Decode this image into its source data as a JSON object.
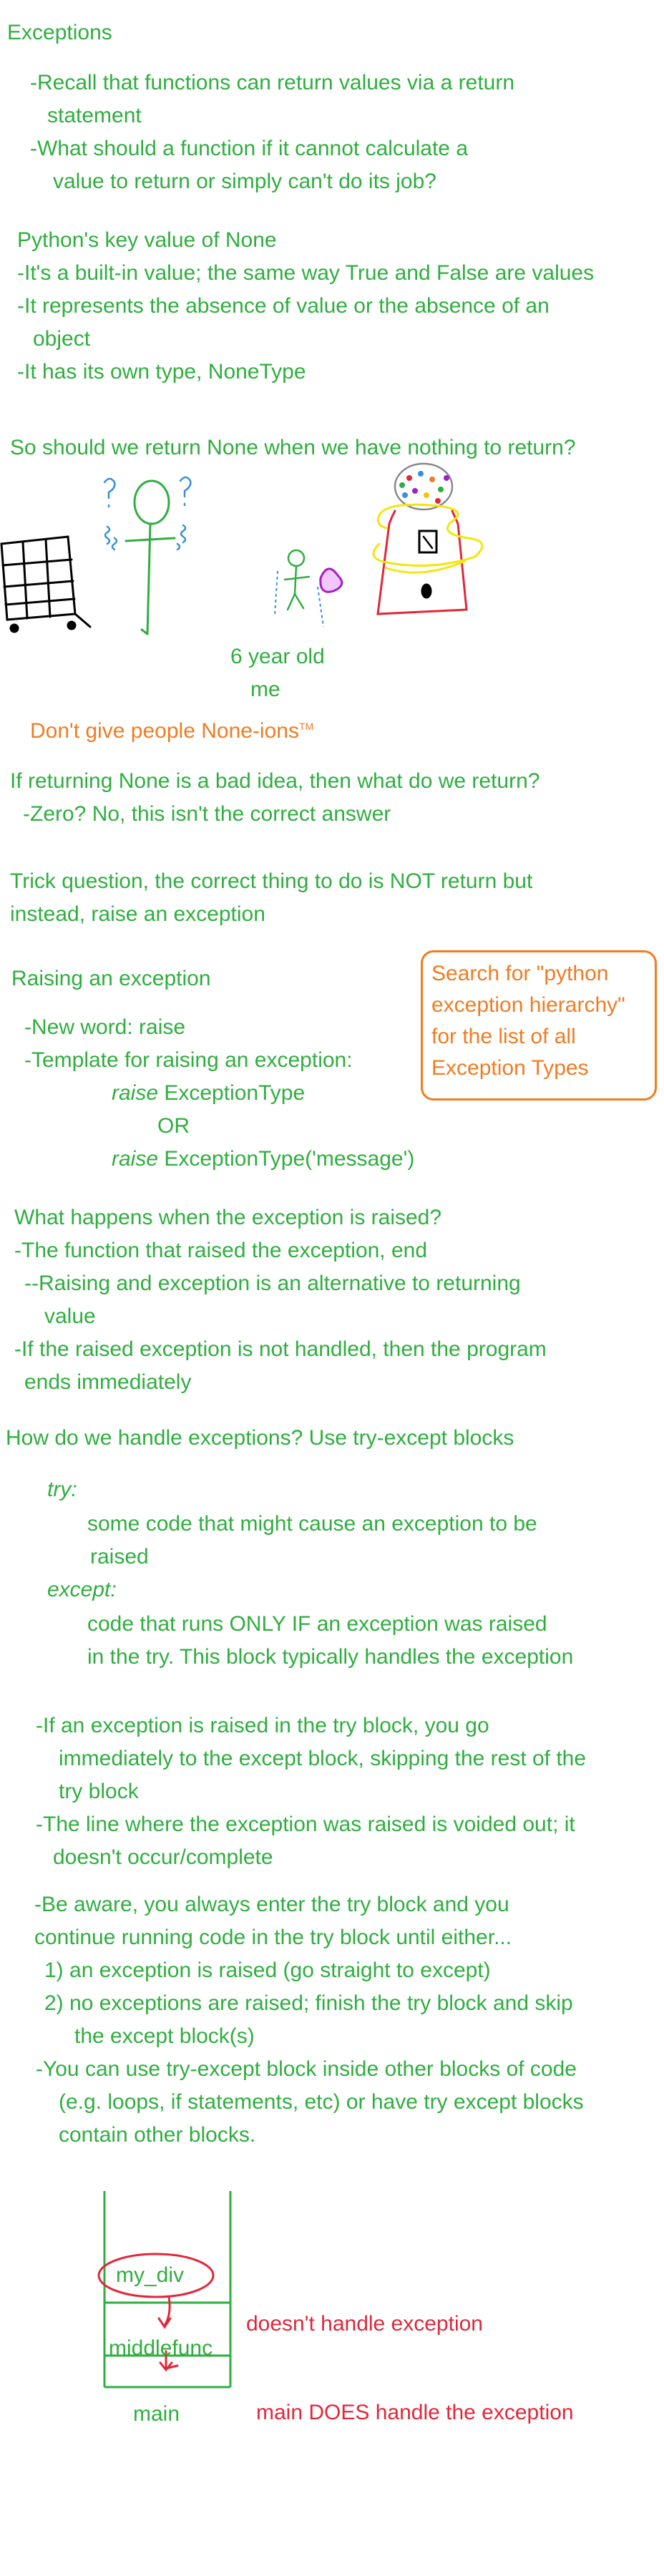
{
  "section1": {
    "heading": "Exceptions",
    "line1a": "-Recall that functions can return values via a return",
    "line1b": "statement",
    "line2a": "-What should a function if it cannot calculate a",
    "line2b": "value to return or simply can't do its job?"
  },
  "section2": {
    "heading": "Python's key value of None",
    "line1": "-It's a built-in value; the same way True and False are values",
    "line2a": "-It represents the absence of value or the absence of an",
    "line2b": "object",
    "line3": "-It has its own type, NoneType"
  },
  "section3": {
    "question": "So should we return None when we have nothing to return?",
    "caption_line1": "6 year old",
    "caption_line2": "me",
    "pun": "Don't give people None-ions",
    "pun_mark": "TM"
  },
  "section4": {
    "line1": "If returning None is a bad idea, then what do we return?",
    "line2": "-Zero? No, this isn't the correct answer",
    "line3": "Trick question, the correct thing to do is NOT return but",
    "line4": "instead, raise an exception"
  },
  "section5": {
    "heading": "Raising an exception",
    "line1": "-New word: raise",
    "line2": "-Template for raising an exception:",
    "keyword": "raise",
    "template1_rest": " ExceptionType",
    "or": "OR",
    "template2_rest": " ExceptionType('message')",
    "note_lines": [
      "Search for \"python",
      "exception hierarchy\"",
      "for the list of all",
      "Exception Types"
    ]
  },
  "section6": {
    "heading": "What happens when the exception is raised?",
    "line1": "-The function that raised the exception, end",
    "line2a": "--Raising and exception is an alternative to returning",
    "line2b": "value",
    "line3a": "-If the raised exception is not handled, then the program",
    "line3b": "ends immediately"
  },
  "section7": {
    "heading": "How do we handle exceptions? Use try-except blocks",
    "try_kw": "try:",
    "try_line1": "some code that might cause an exception to be",
    "try_line2": "raised",
    "except_kw": "except:",
    "except_line1": "code that runs ONLY IF an exception was raised",
    "except_line2": "in the try. This block typically handles the exception"
  },
  "section8": {
    "line1a": "-If an exception is raised in the try block, you go",
    "line1b": "immediately to the except block, skipping the rest of the",
    "line1c": "try block",
    "line2a": "-The line where the exception was raised is voided out; it",
    "line2b": "doesn't occur/complete",
    "line3a": "-Be aware, you always enter the try block and you",
    "line3b": "continue running code in the try block until either...",
    "item1": "1) an exception is raised (go straight to except)",
    "item2a": "2) no exceptions are raised; finish the try block and skip",
    "item2b": "the except block(s)",
    "line4a": "-You can use try-except block inside other blocks of code",
    "line4b": "(e.g. loops, if statements, etc) or have try except blocks",
    "line4c": "contain other blocks."
  },
  "stack": {
    "frame_top": "my_div",
    "frame_mid": "middlefunc",
    "frame_bottom": "main",
    "note_mid": "doesn't handle exception",
    "note_bottom": "main DOES handle the exception"
  },
  "colors": {
    "text_green": "#2fae3f",
    "accent_orange": "#f07c23",
    "annotation_red": "#e0283a"
  }
}
